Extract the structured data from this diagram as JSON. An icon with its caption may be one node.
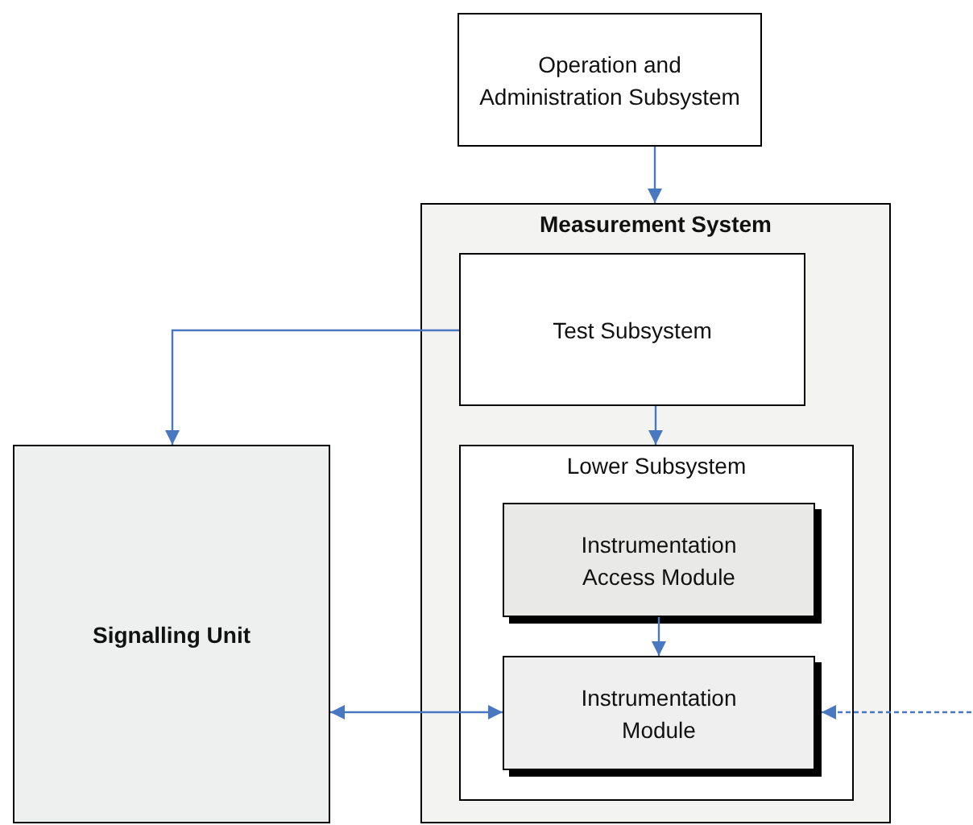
{
  "diagram": {
    "nodes": [
      {
        "text": [
          "Operation and Administration Subsystem"
        ]
      },
      {
        "text": [
          "Measurement System"
        ]
      },
      {
        "text": [
          "Test Subsystem"
        ],
        "in": 1
      },
      {
        "text": [
          "Lower Subsystem"
        ],
        "in": 1
      },
      {
        "text": [
          "Instrumentation Access Module"
        ],
        "in": 3
      },
      {
        "text": [
          "Instrumentation Module"
        ],
        "in": 3
      },
      {
        "text": [
          "Signalling Unit"
        ]
      }
    ],
    "edges": [
      {
        "from": 0,
        "to": 1,
        "arrow": "to"
      },
      {
        "from": 2,
        "to": 6,
        "arrow": "to"
      },
      {
        "from": 2,
        "to": 3,
        "arrow": "to"
      },
      {
        "from": 4,
        "to": 5,
        "arrow": "to"
      },
      {
        "from": 6,
        "to": 5,
        "arrow": "both"
      },
      {
        "from": null,
        "to": 5,
        "arrow": "to",
        "style": "dashed"
      }
    ]
  }
}
